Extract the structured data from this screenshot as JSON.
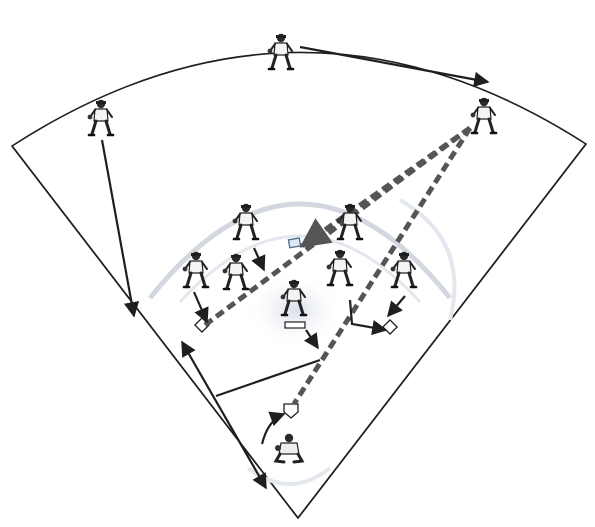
{
  "diagram": {
    "type": "baseball-fielding-play",
    "colors": {
      "paper": "#ffffff",
      "ink": "#1f1f1f",
      "infield_shade": "#e3e7ee",
      "dashed_throw": "#555555"
    },
    "player_roles": [
      "center-fielder",
      "right-fielder",
      "left-fielder",
      "shortstop",
      "second-baseman",
      "third-baseman",
      "runner",
      "pitcher",
      "runner-near-second",
      "first-baseman",
      "catcher"
    ],
    "base_roles": [
      "home-plate",
      "first-base",
      "second-base",
      "third-base",
      "pitchers-rubber"
    ],
    "arrow_kinds": {
      "solid": "player-movement",
      "dashed": "ball-throw"
    }
  }
}
